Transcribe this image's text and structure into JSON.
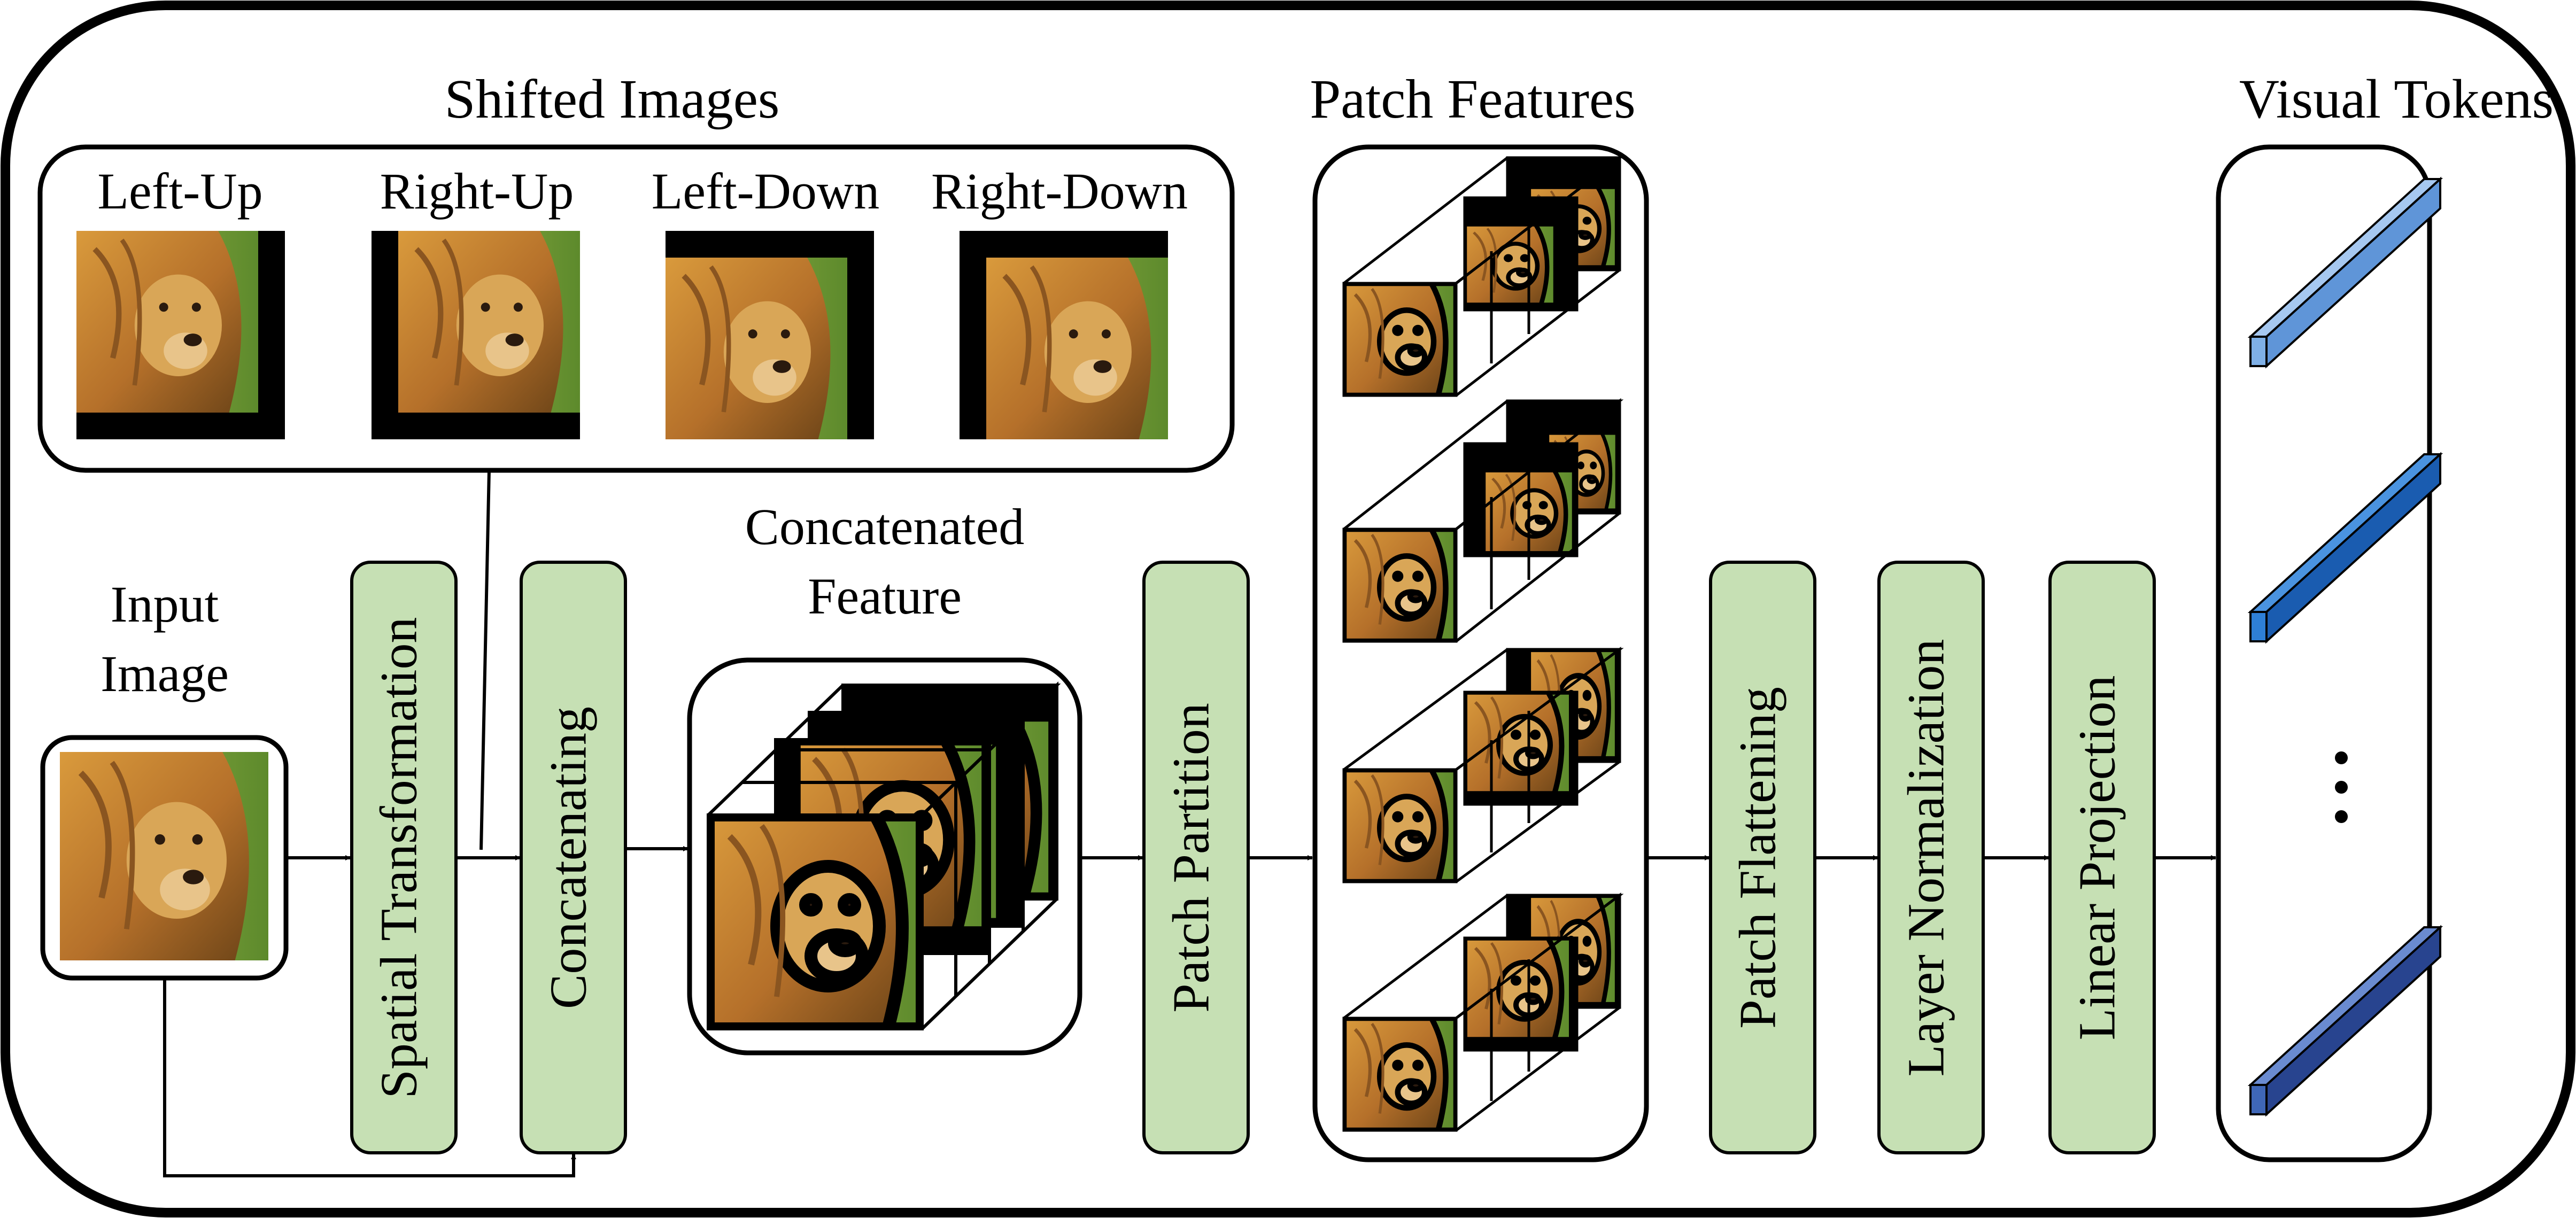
{
  "colors": {
    "block_fill": "#c6e0b4",
    "outline": "#000000",
    "token_light": "#7fb0e6",
    "token_mid": "#2e7fd6",
    "token_dark": "#3f67b7"
  },
  "shifted_images": {
    "title": "Shifted Images",
    "items": [
      {
        "label": "Left-Up"
      },
      {
        "label": "Right-Up"
      },
      {
        "label": "Left-Down"
      },
      {
        "label": "Right-Down"
      }
    ]
  },
  "input_image": {
    "line1": "Input",
    "line2": "Image"
  },
  "blocks": {
    "spatial_transformation": "Spatial Transformation",
    "concatenating": "Concatenating",
    "patch_partition": "Patch Partition",
    "patch_flattening": "Patch Flattening",
    "layer_normalization": "Layer Normalization",
    "linear_projection": "Linear Projection"
  },
  "concatenated_feature": {
    "line1": "Concatenated",
    "line2": "Feature"
  },
  "patch_features": {
    "title": "Patch Features"
  },
  "visual_tokens": {
    "title": "Visual Tokens",
    "ellipsis_icon": "vertical-ellipsis-icon"
  }
}
